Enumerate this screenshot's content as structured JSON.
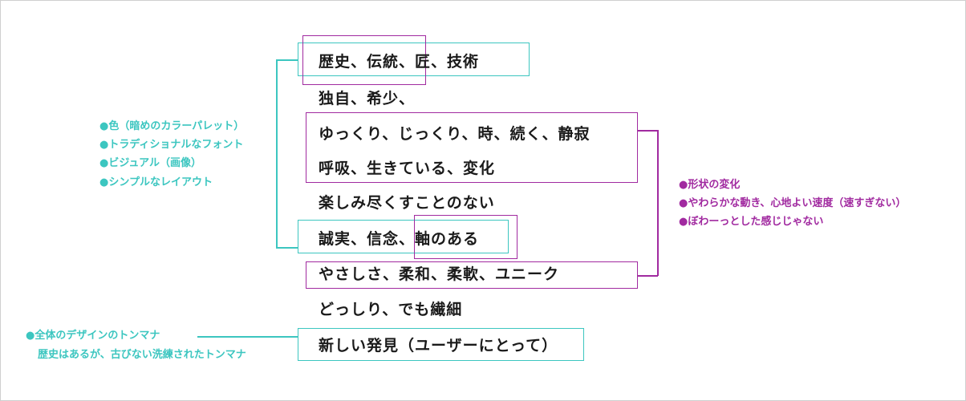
{
  "keywords": [
    "歴史、伝統、匠、技術",
    "独自、希少、",
    "ゆっくり、じっくり、時、続く、静寂",
    "呼吸、生きている、変化",
    "楽しみ尽くすことのない",
    "誠実、信念、軸のある",
    "やさしさ、柔和、柔軟、ユニーク",
    "どっしり、でも繊細",
    "新しい発見（ユーザーにとって）"
  ],
  "left_notes": [
    "●色（暗めのカラーパレット）",
    "●トラディショナルなフォント",
    "●ビジュアル（画像）",
    "●シンプルなレイアウト"
  ],
  "right_notes": [
    "●形状の変化",
    "●やわらかな動き、心地よい速度（速すぎない）",
    "●ぼわーっとした感じじゃない"
  ],
  "bottom_note": {
    "title": "●全体のデザインのトンマナ",
    "body": "歴史はあるが、古びない洗練されたトンマナ"
  },
  "colors": {
    "teal": "#3cc6c0",
    "purple": "#a12aa0",
    "text": "#1a1a1a"
  }
}
